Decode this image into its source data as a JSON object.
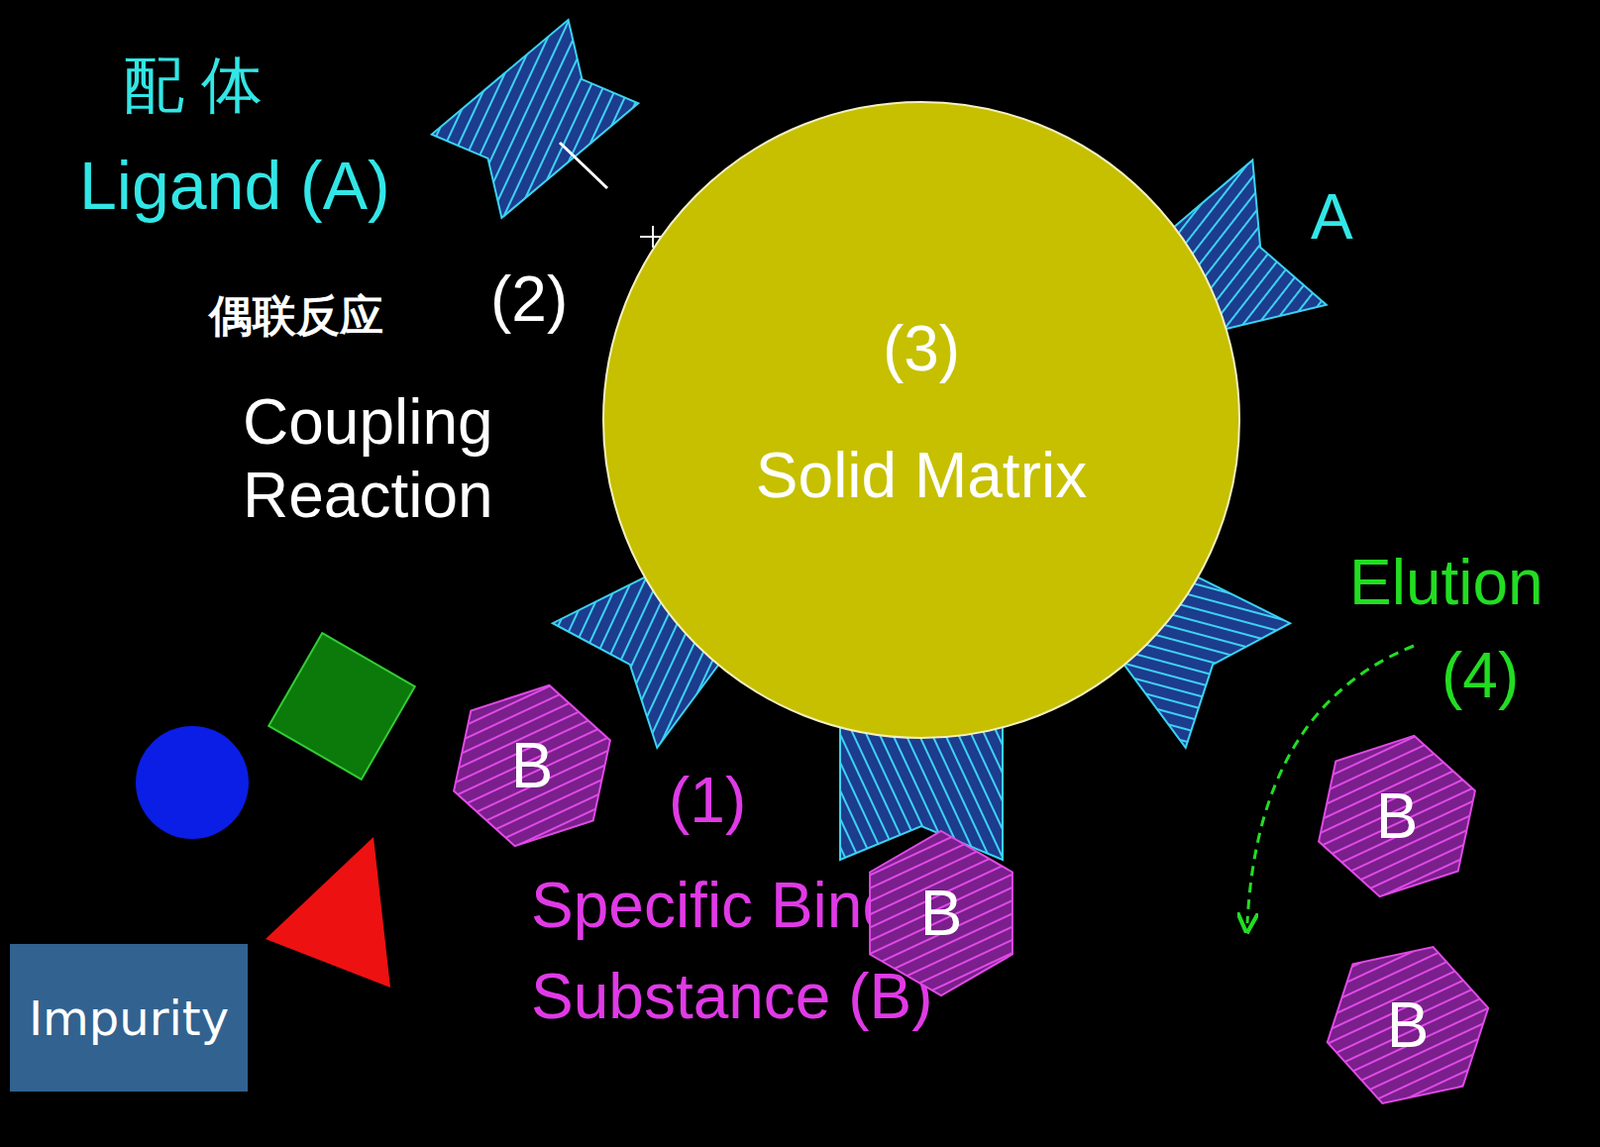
{
  "diagram": {
    "nodes": [
      {
        "text": [
          "(3)",
          "Solid Matrix"
        ]
      },
      {
        "text": [
          "B"
        ]
      },
      {
        "text": [
          "B"
        ]
      },
      {
        "text": [
          "B"
        ]
      },
      {
        "text": [
          "B"
        ]
      },
      {
        "text": [
          "Impurity"
        ]
      }
    ],
    "labels": [
      "配 体",
      "Ligand (A)",
      "偶联反应",
      "(2)",
      "Coupling Reaction",
      "A",
      "(1)",
      "Specific Binding Substance (B)",
      "Elution",
      "(4)"
    ]
  }
}
